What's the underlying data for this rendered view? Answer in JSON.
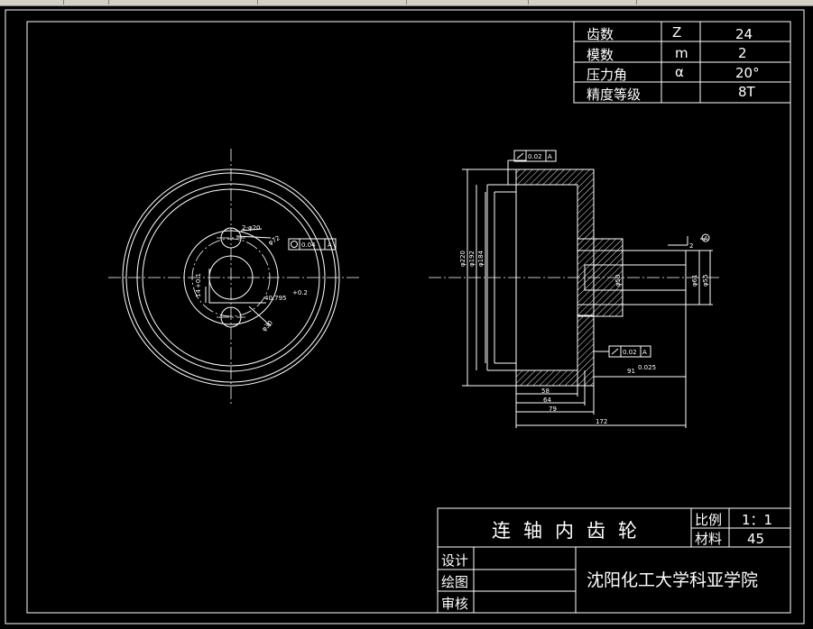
{
  "param_table": {
    "rows": [
      {
        "name": "齿数",
        "symbol": "Z",
        "value": "24"
      },
      {
        "name": "模数",
        "symbol": "m",
        "value": "2"
      },
      {
        "name": "压力角",
        "symbol": "α",
        "value": "20°"
      },
      {
        "name": "精度等级",
        "symbol": "",
        "value": "8T"
      }
    ]
  },
  "title_block": {
    "part_name": "连轴内齿轮",
    "scale_label": "比例",
    "scale_value": "1：1",
    "material_label": "材料",
    "material_value": "45",
    "design_label": "设计",
    "drawing_label": "绘图",
    "review_label": "审核",
    "school": "沈阳化工大学科亚学院"
  },
  "front_view": {
    "holes_label": "2-φ20",
    "tol_callout_flatness": "0.04",
    "tol_callout_datum": "A",
    "pcd_label": "φ72",
    "dim_angle": "40.795",
    "dim_angle_tol": "+0.2",
    "dim_key": "14",
    "dim_key_tol": "+0.1",
    "bore_label": "φ30"
  },
  "side_view": {
    "runout_top": "0.02",
    "runout_top_datum": "A",
    "runout_bottom": "0.02",
    "runout_bottom_datum": "A",
    "d_outer": "φ220",
    "d_mid": "φ192",
    "d_inner": "φ184",
    "d_hub": "φ50",
    "d_shaft": "φ61",
    "d_shaft2": "φ55",
    "shaft_len": "91",
    "shaft_len_tol": "0.025",
    "len_58": "58",
    "len_64": "64",
    "len_79": "79",
    "len_total": "172",
    "chamfer": "2",
    "datum_A": "A"
  }
}
